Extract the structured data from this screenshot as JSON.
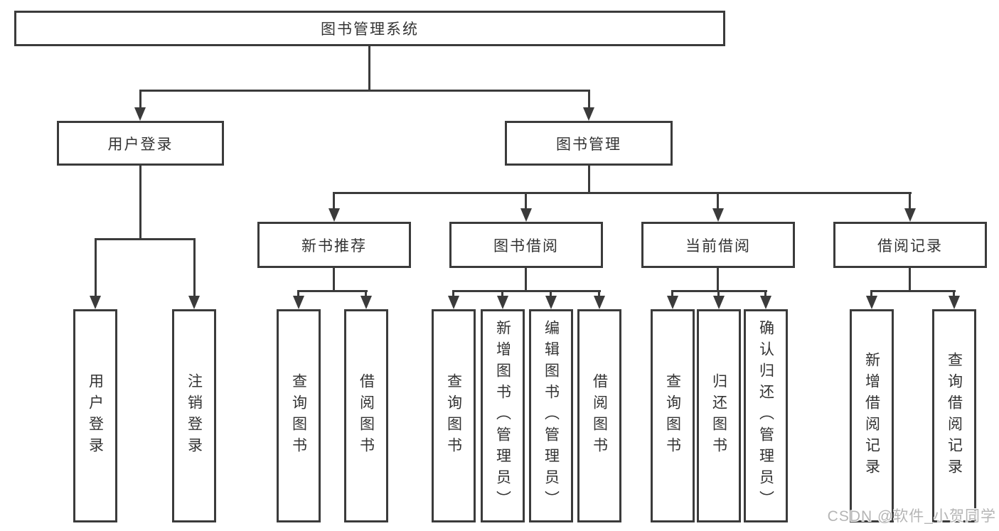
{
  "nodes": {
    "root": "图书管理系统",
    "user_login": "用户登录",
    "book_management": "图书管理",
    "new_book_recommend": "新书推荐",
    "book_borrow": "图书借阅",
    "current_borrow": "当前借阅",
    "borrow_records": "借阅记录",
    "leaf_user_login": "用户登录",
    "leaf_logout": "注销登录",
    "nb_query_books": "查询图书",
    "nb_borrow_books": "借阅图书",
    "bb_query_books": "查询图书",
    "bb_add_books": "新增图书（管理员）",
    "bb_edit_books": "编辑图书（管理员）",
    "bb_borrow_books": "借阅图书",
    "cb_query_books": "查询图书",
    "cb_return_books": "归还图书",
    "cb_confirm_return": "确认归还（管理员）",
    "br_add_record": "新增借阅记录",
    "br_query_record": "查询借阅记录"
  },
  "watermark": "CSDN @软件_小贺同学",
  "colors": {
    "line": "#3b3b3b",
    "text": "#333333",
    "watermark": "#b5b5b5",
    "background": "#ffffff"
  }
}
